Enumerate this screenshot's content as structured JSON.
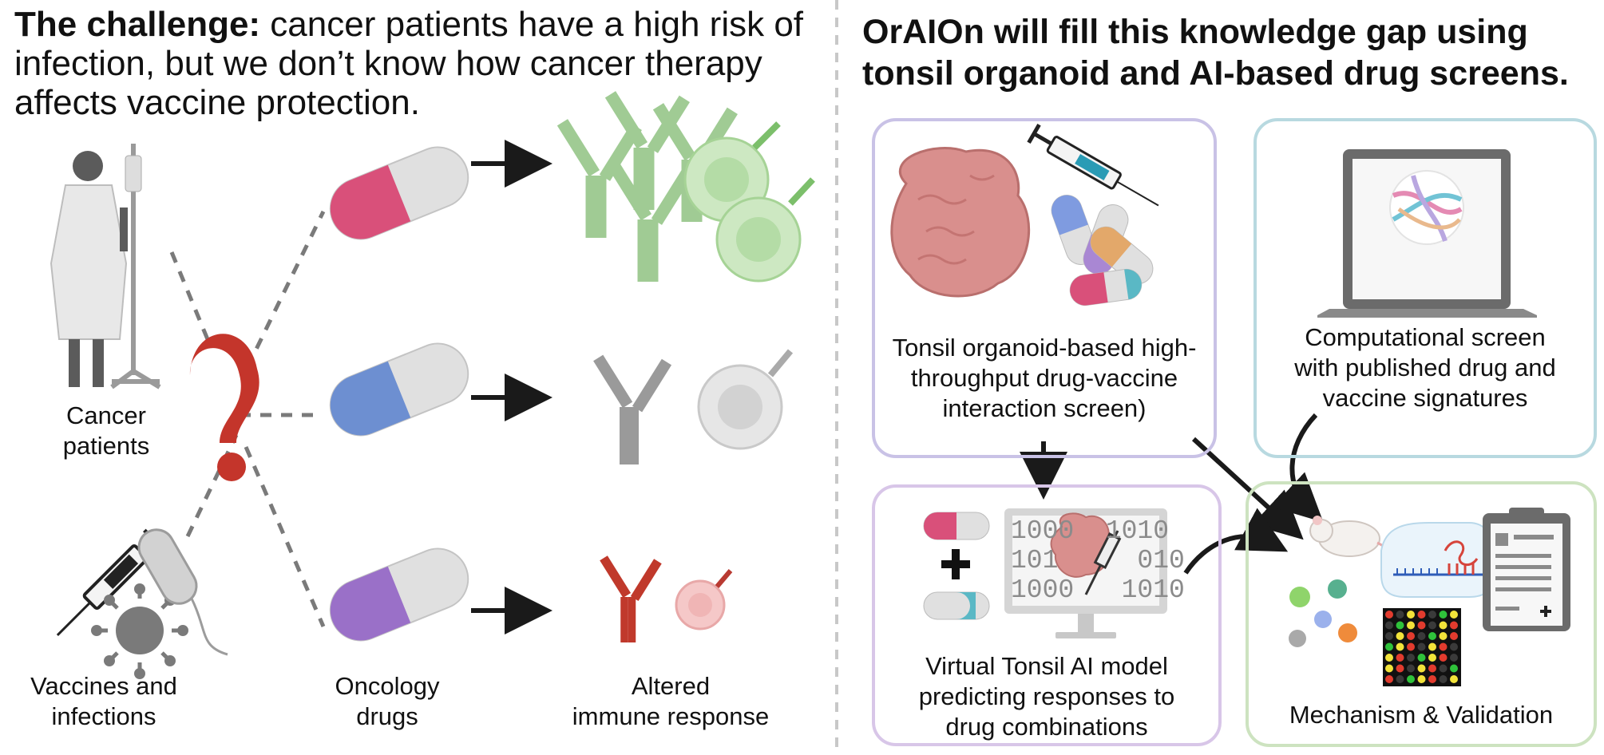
{
  "left_heading": {
    "bold": "The challenge:",
    "rest": " cancer patients have a high risk of infection, but we don’t know how cancer therapy affects vaccine protection."
  },
  "right_heading": {
    "line1": "OrAIOn will fill this knowledge gap using",
    "line2": "tonsil organoid and AI-based drug screens."
  },
  "left_labels": {
    "cancer_patients": [
      "Cancer",
      "patients"
    ],
    "vaccines": [
      "Vaccines and",
      "infections"
    ],
    "oncology": [
      "Oncology",
      "drugs"
    ],
    "altered": [
      "Altered",
      "immune response"
    ]
  },
  "boxes": {
    "tonsil_screen": [
      "Tonsil organoid-based high-",
      "throughput drug-vaccine",
      "interaction screen)"
    ],
    "computational": [
      "Computational screen",
      "with published drug and",
      "vaccine signatures"
    ],
    "virtual_tonsil": [
      "Virtual Tonsil AI model",
      "predicting responses to",
      "drug combinations"
    ],
    "mechanism": "Mechanism & Validation"
  },
  "monitor_text": [
    "1000  1010",
    "101     010",
    "1000   1010"
  ],
  "colors": {
    "purple_box": "#c9c2e6",
    "blue_box": "#b8d9e0",
    "green_box": "#cde3c0",
    "lilac_box": "#d8c6e8",
    "question": "#c4352b",
    "divider": "#c8c8c8"
  }
}
